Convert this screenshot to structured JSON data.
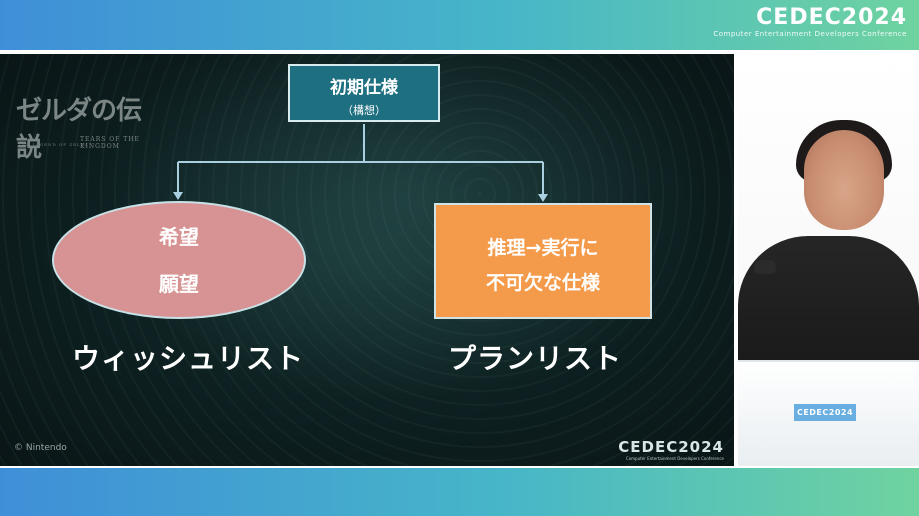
{
  "header": {
    "brand_title": "CEDEC2024",
    "brand_subtitle": "Computer Entertainment Developers Conference"
  },
  "slide": {
    "game_logo_jp": "ゼルダの伝説",
    "game_logo_en_left": "THE LEGEND OF ZELDA",
    "game_logo_en_right": "TEARS OF THE KINGDOM",
    "top_box": {
      "line1": "初期仕様",
      "line2": "（構想）"
    },
    "left_oval": {
      "line1": "希望",
      "line2": "願望"
    },
    "right_box": {
      "line1": "推理→実行に",
      "line2": "不可欠な仕様"
    },
    "left_label": "ウィッシュリスト",
    "right_label": "プランリスト",
    "copyright": "© Nintendo",
    "slide_brand": "CEDEC2024",
    "slide_brand_sub": "Computer Entertainment Developers Conference"
  },
  "speaker_panel": {
    "podium_badge": "CEDEC2024"
  },
  "colors": {
    "top_box": "#1e6f80",
    "left_oval": "#d79393",
    "right_box": "#f39b4a",
    "connector": "#a9cfe0"
  }
}
